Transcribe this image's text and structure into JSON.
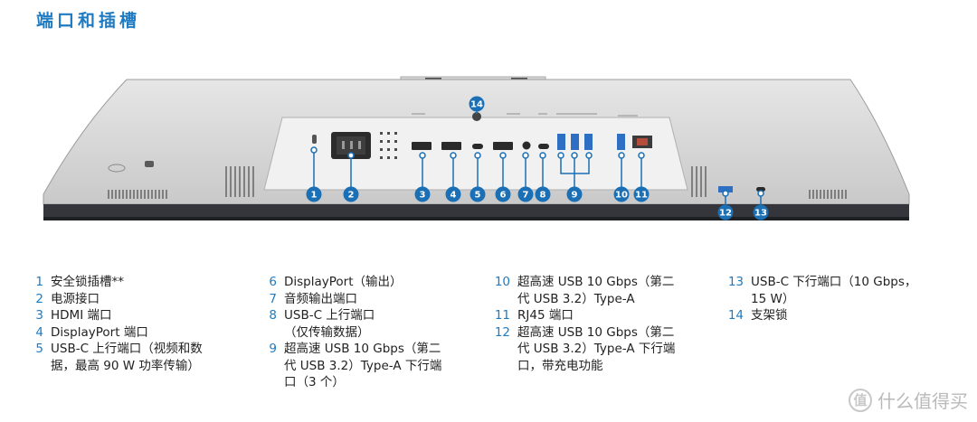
{
  "title": "端口和插槽",
  "callouts": [
    "1",
    "2",
    "3",
    "4",
    "5",
    "6",
    "7",
    "8",
    "9",
    "10",
    "11",
    "12",
    "13",
    "14"
  ],
  "legend": {
    "col1": [
      {
        "num": "1",
        "text": "安全锁插槽**"
      },
      {
        "num": "2",
        "text": "电源接口"
      },
      {
        "num": "3",
        "text": "HDMI 端口"
      },
      {
        "num": "4",
        "text": "DisplayPort 端口"
      },
      {
        "num": "5",
        "text": "USB-C 上行端口（视频和数"
      },
      {
        "num": "",
        "text": "据，最高 90 W 功率传输）"
      }
    ],
    "col2": [
      {
        "num": "6",
        "text": "DisplayPort（输出）"
      },
      {
        "num": "7",
        "text": "音频输出端口"
      },
      {
        "num": "8",
        "text": "USB-C 上行端口"
      },
      {
        "num": "",
        "text": "（仅传输数据）"
      },
      {
        "num": "9",
        "text": "超高速 USB 10 Gbps（第二"
      },
      {
        "num": "",
        "text": "代 USB 3.2）Type-A 下行端"
      },
      {
        "num": "",
        "text": "口（3 个）"
      }
    ],
    "col3": [
      {
        "num": "10",
        "text": "超高速 USB 10 Gbps（第二"
      },
      {
        "num": "",
        "text": "代 USB 3.2）Type-A"
      },
      {
        "num": "11",
        "text": "RJ45 端口"
      },
      {
        "num": "12",
        "text": "超高速 USB 10 Gbps（第二"
      },
      {
        "num": "",
        "text": "代 USB 3.2）Type-A 下行端"
      },
      {
        "num": "",
        "text": "口，带充电功能"
      }
    ],
    "col4": [
      {
        "num": "13",
        "text": "USB-C 下行端口（10 Gbps，"
      },
      {
        "num": "",
        "text": "15 W）"
      },
      {
        "num": "14",
        "text": "支架锁"
      }
    ]
  },
  "watermark": {
    "icon": "值",
    "text": "什么值得买"
  },
  "colors": {
    "accent": "#1f7bc1",
    "badge": "#1a6fb5",
    "bezel": "#dcdcdc",
    "panel": "#f2f2f2"
  }
}
